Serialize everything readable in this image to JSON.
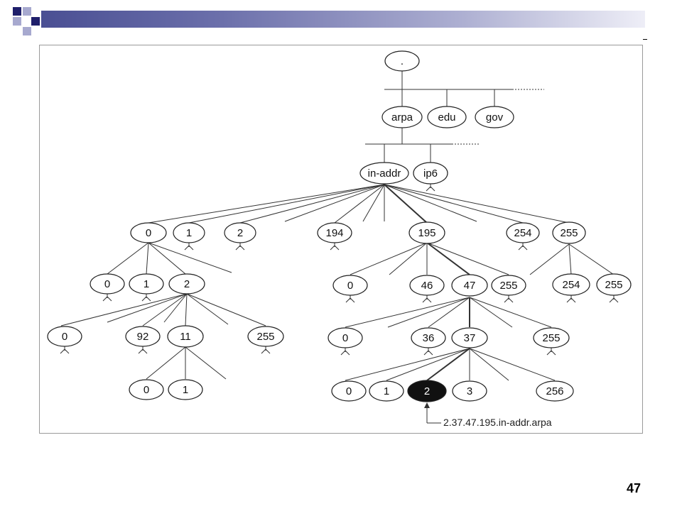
{
  "slide": {
    "page_number": "47"
  },
  "diagram": {
    "nodes": [
      {
        "id": "root",
        "label": "."
      },
      {
        "id": "arpa",
        "label": "arpa"
      },
      {
        "id": "edu",
        "label": "edu"
      },
      {
        "id": "gov",
        "label": "gov"
      },
      {
        "id": "in-addr",
        "label": "in-addr"
      },
      {
        "id": "ip6",
        "label": "ip6"
      },
      {
        "id": "n0",
        "label": "0"
      },
      {
        "id": "n1",
        "label": "1"
      },
      {
        "id": "n2",
        "label": "2"
      },
      {
        "id": "n194",
        "label": "194"
      },
      {
        "id": "n195",
        "label": "195"
      },
      {
        "id": "n254",
        "label": "254"
      },
      {
        "id": "n255",
        "label": "255"
      },
      {
        "id": "n0_0",
        "label": "0"
      },
      {
        "id": "n0_1",
        "label": "1"
      },
      {
        "id": "n0_2",
        "label": "2"
      },
      {
        "id": "n195_0",
        "label": "0"
      },
      {
        "id": "n195_46",
        "label": "46"
      },
      {
        "id": "n195_47",
        "label": "47"
      },
      {
        "id": "n195_255",
        "label": "255"
      },
      {
        "id": "n255_254",
        "label": "254"
      },
      {
        "id": "n255_255",
        "label": "255"
      },
      {
        "id": "n2_0",
        "label": "0"
      },
      {
        "id": "n2_92",
        "label": "92"
      },
      {
        "id": "n2_11",
        "label": "11"
      },
      {
        "id": "n2_255",
        "label": "255"
      },
      {
        "id": "n47_0",
        "label": "0"
      },
      {
        "id": "n47_36",
        "label": "36"
      },
      {
        "id": "n47_37",
        "label": "37"
      },
      {
        "id": "n47_255",
        "label": "255"
      },
      {
        "id": "n11_0",
        "label": "0"
      },
      {
        "id": "n11_1",
        "label": "1"
      },
      {
        "id": "n37_0",
        "label": "0"
      },
      {
        "id": "n37_1",
        "label": "1"
      },
      {
        "id": "n37_2",
        "label": "2",
        "highlighted": true
      },
      {
        "id": "n37_3",
        "label": "3"
      },
      {
        "id": "n37_256",
        "label": "256"
      }
    ],
    "annotation": "2.37.47.195.in-addr.arpa"
  }
}
